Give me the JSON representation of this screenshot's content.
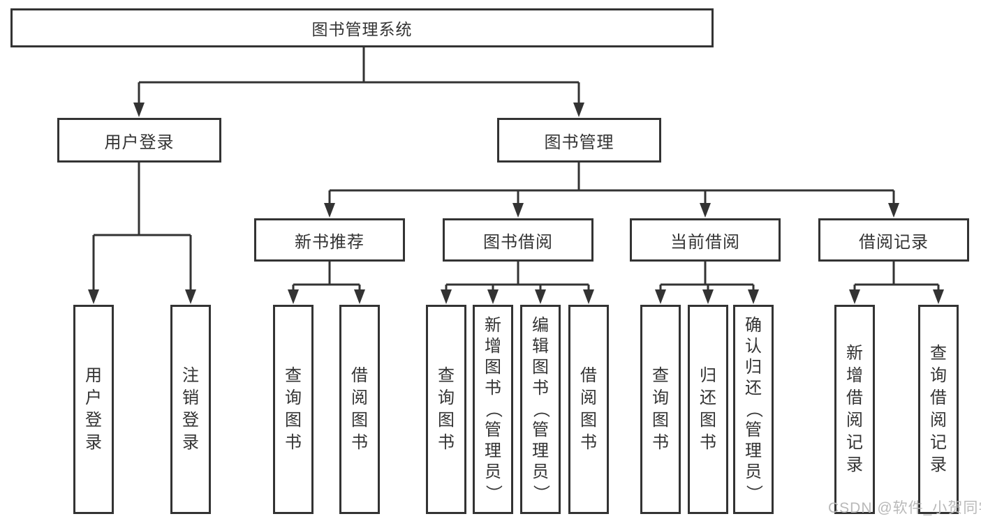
{
  "diagram": {
    "root": {
      "label": "图书管理系统"
    },
    "level2": [
      {
        "label": "用户登录"
      },
      {
        "label": "图书管理"
      }
    ],
    "level3": [
      {
        "label": "新书推荐"
      },
      {
        "label": "图书借阅"
      },
      {
        "label": "当前借阅"
      },
      {
        "label": "借阅记录"
      }
    ],
    "leaves_login": [
      {
        "label": "用户登录"
      },
      {
        "label": "注销登录"
      }
    ],
    "leaves_recommend": [
      {
        "label": "查询图书"
      },
      {
        "label": "借阅图书"
      }
    ],
    "leaves_borrow": [
      {
        "label": "查询图书"
      },
      {
        "label": "新增图书（管理员）"
      },
      {
        "label": "编辑图书（管理员）"
      },
      {
        "label": "借阅图书"
      }
    ],
    "leaves_current": [
      {
        "label": "查询图书"
      },
      {
        "label": "归还图书"
      },
      {
        "label": "确认归还（管理员）"
      }
    ],
    "leaves_records": [
      {
        "label": "新增借阅记录"
      },
      {
        "label": "查询借阅记录"
      }
    ],
    "colors": {
      "line": "#333333",
      "text": "#333333",
      "background": "#ffffff",
      "watermark": "#b9b9b9"
    }
  },
  "watermark": {
    "text": "CSDN @软件_小贺同学"
  }
}
